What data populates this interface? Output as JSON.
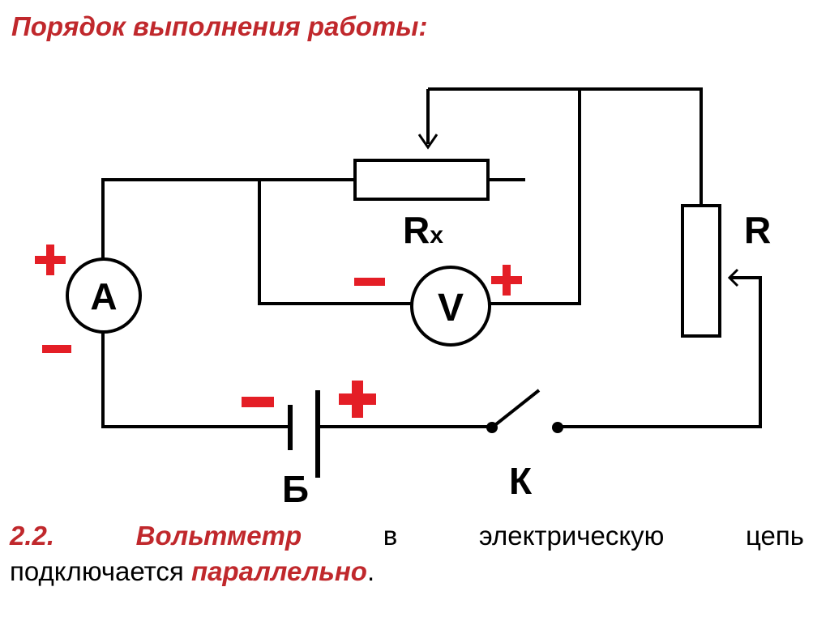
{
  "title": "Порядок выполнения работы:",
  "labels": {
    "ammeter": "A",
    "voltmeter": "V",
    "rx_main": "R",
    "rx_sub": "x",
    "rheostat": "R",
    "battery": "Б",
    "key": "К"
  },
  "note": {
    "number": "2.2.",
    "subject": "Вольтметр",
    "word_in": "в",
    "word_electric": "электрическую",
    "word_circuit": "цепь",
    "line2_start": "подключается",
    "emphasis": "параллельно",
    "end": "."
  },
  "colors": {
    "title": "#c0282c",
    "polarity": "#e41e26",
    "wire": "#000000"
  }
}
